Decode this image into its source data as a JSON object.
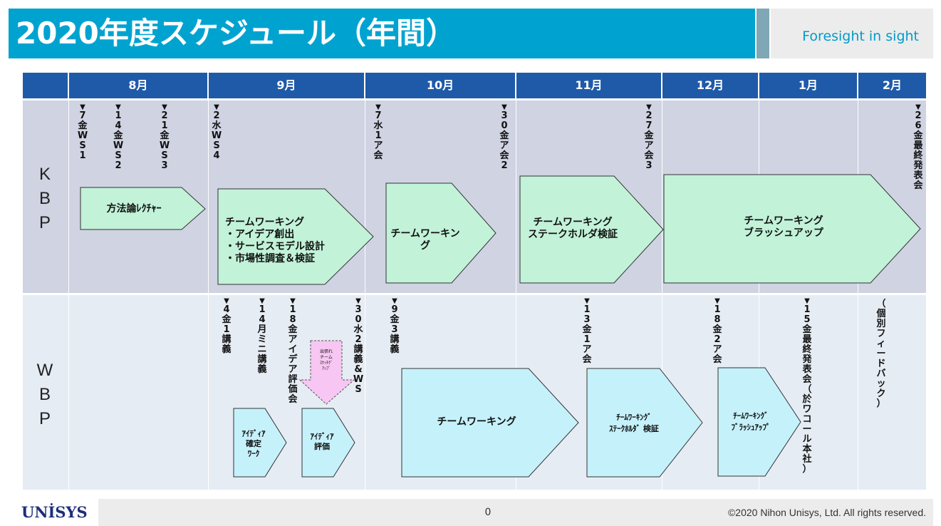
{
  "header": {
    "title": "2020年度スケジュール（年間）",
    "tagline": "Foresight in sight"
  },
  "months": [
    "8月",
    "9月",
    "10月",
    "11月",
    "12月",
    "1月",
    "2月"
  ],
  "lanes": {
    "kbp_label": "K\nB\nP",
    "wbp_label": "W\nB\nP"
  },
  "kbp": {
    "milestones": [
      "7\n金\nW\nS\n1",
      "14\n金\nW\nS\n2",
      "21\n金\nW\nS\n3",
      "2\n水\nW\nS\n4",
      "7\n水\n1\nア\n会",
      "30\n金\nア\n会\n2",
      "27\n金\nア\n会\n3",
      "26\n金\n最\n終\n発\n表\n会"
    ],
    "shapes": [
      "方法論ﾚｸﾁｬｰ",
      "チームワーキング\n・アイデア創出\n・サービスモデル設計\n・市場性調査＆検証",
      "チームワーキング",
      "チームワーキング\nステークホルダ検証",
      "チームワーキング\nブラッシュアップ"
    ]
  },
  "wbp": {
    "milestones": [
      "4\n金\n1\n講\n義",
      "14\n月\nミ\nニ\n講\n義",
      "18\n金\nア\nイ\nデ\nア\n評\n価\n会",
      "30\n水\n2\n講\n義\n&\nW\nS",
      "9\n金\n3\n講\n義",
      "13\n金\n1\nア\n会",
      "18\n金\n2\nア\n会",
      "15\n金\n最\n終\n発\n表\n会\n（\n於\nワ\nコ\nー\nル\n本\n社\n）",
      "（\n個\n別\nフ\nィ\nー\nド\nバ\nッ\nク\n）"
    ],
    "callout": "出張れ\nチーム\nｽｹｯﾁｸﾞ\nｱｯﾌﾟ",
    "shapes": [
      "ｱｲﾃﾞｨｱ\n確定\nﾜｰｸ",
      "ｱｲﾃﾞｨｱ\n評価",
      "チームワーキング",
      "ﾁｰﾑﾜｰｷﾝｸﾞ\nｽﾃｰｸﾎﾙﾀﾞ 検証",
      "ﾁｰﾑﾜｰｷﾝｸﾞ\nﾌﾞﾗｯｼｭｱｯﾌﾟ"
    ]
  },
  "footer": {
    "logo": "UNİSYS",
    "page_number": "0",
    "copyright": "©2020 Nihon Unisys, Ltd. All rights reserved."
  },
  "colors": {
    "header_blue": "#00a3d0",
    "month_header": "#1f5aa8",
    "kbp_arrow": "#c2f2d8",
    "wbp_arrow": "#c5f1fb",
    "callout": "#f7c6f2",
    "logo": "#1d2f7a"
  }
}
